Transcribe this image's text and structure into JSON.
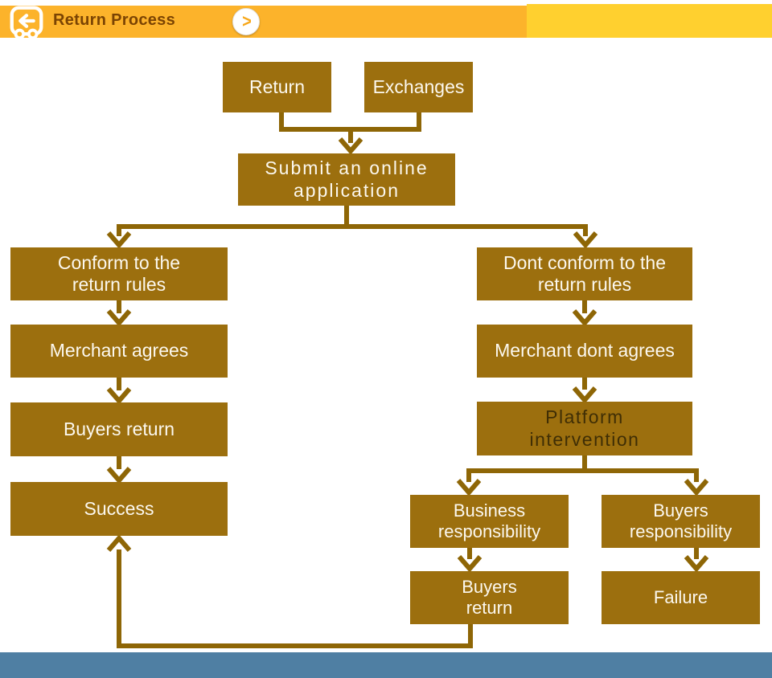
{
  "header": {
    "title": "Return Process",
    "expand_chevron": ">",
    "colors": {
      "bar_left": "#FCB32B",
      "bar_right": "#FFD02F",
      "title_text": "#7B4403"
    }
  },
  "flowchart": {
    "colors": {
      "box": "#9C6F0E",
      "connector": "#8E6606",
      "box_text": "#FCF8EF",
      "platform_box_text": "#3F2E05"
    },
    "nodes": {
      "return": "Return",
      "exchanges": "Exchanges",
      "submit": "Submit an online\napplication",
      "conform": "Conform to the\nreturn rules",
      "merchant_agrees": "Merchant agrees",
      "buyers_return": "Buyers return",
      "success": "Success",
      "dont_conform": "Dont conform to the\nreturn rules",
      "merchant_dont_agrees": "Merchant dont agrees",
      "platform_intervention": "Platform\nintervention",
      "business_responsibility": "Business\nresponsibility",
      "buyers_responsibility": "Buyers\nresponsibility",
      "buyers_return_2": "Buyers\nreturn",
      "failure": "Failure"
    },
    "edges": [
      [
        "return",
        "submit"
      ],
      [
        "exchanges",
        "submit"
      ],
      [
        "submit",
        "conform"
      ],
      [
        "submit",
        "dont_conform"
      ],
      [
        "conform",
        "merchant_agrees"
      ],
      [
        "merchant_agrees",
        "buyers_return"
      ],
      [
        "buyers_return",
        "success"
      ],
      [
        "dont_conform",
        "merchant_dont_agrees"
      ],
      [
        "merchant_dont_agrees",
        "platform_intervention"
      ],
      [
        "platform_intervention",
        "business_responsibility"
      ],
      [
        "platform_intervention",
        "buyers_responsibility"
      ],
      [
        "business_responsibility",
        "buyers_return_2"
      ],
      [
        "buyers_responsibility",
        "failure"
      ],
      [
        "buyers_return_2",
        "success"
      ]
    ]
  },
  "footer": {
    "bar_color": "#4F7FA3"
  }
}
